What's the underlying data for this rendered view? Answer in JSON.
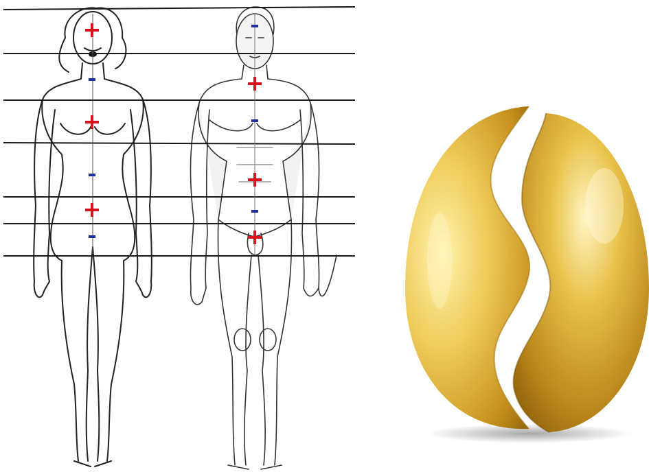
{
  "colors": {
    "plus": "#d9121b",
    "minus": "#1c2f9a",
    "line": "#1a1a1a",
    "sketch": "#222222",
    "gold_light": "#fff3b0",
    "gold_mid": "#e1b23a",
    "gold_dark": "#8a5e08"
  },
  "figures": {
    "female": {
      "markers": [
        {
          "sign": "+",
          "color": "plus"
        },
        {
          "sign": "-",
          "color": "minus"
        },
        {
          "sign": "+",
          "color": "plus"
        },
        {
          "sign": "-",
          "color": "minus"
        },
        {
          "sign": "+",
          "color": "plus"
        },
        {
          "sign": "-",
          "color": "minus"
        }
      ]
    },
    "male": {
      "markers": [
        {
          "sign": "-",
          "color": "minus"
        },
        {
          "sign": "+",
          "color": "plus"
        },
        {
          "sign": "-",
          "color": "minus"
        },
        {
          "sign": "+",
          "color": "plus"
        },
        {
          "sign": "-",
          "color": "minus"
        },
        {
          "sign": "+",
          "color": "plus"
        }
      ]
    }
  },
  "horizontal_lines_count": 7,
  "egg": {
    "description_icon": "split-golden-egg-icon"
  }
}
